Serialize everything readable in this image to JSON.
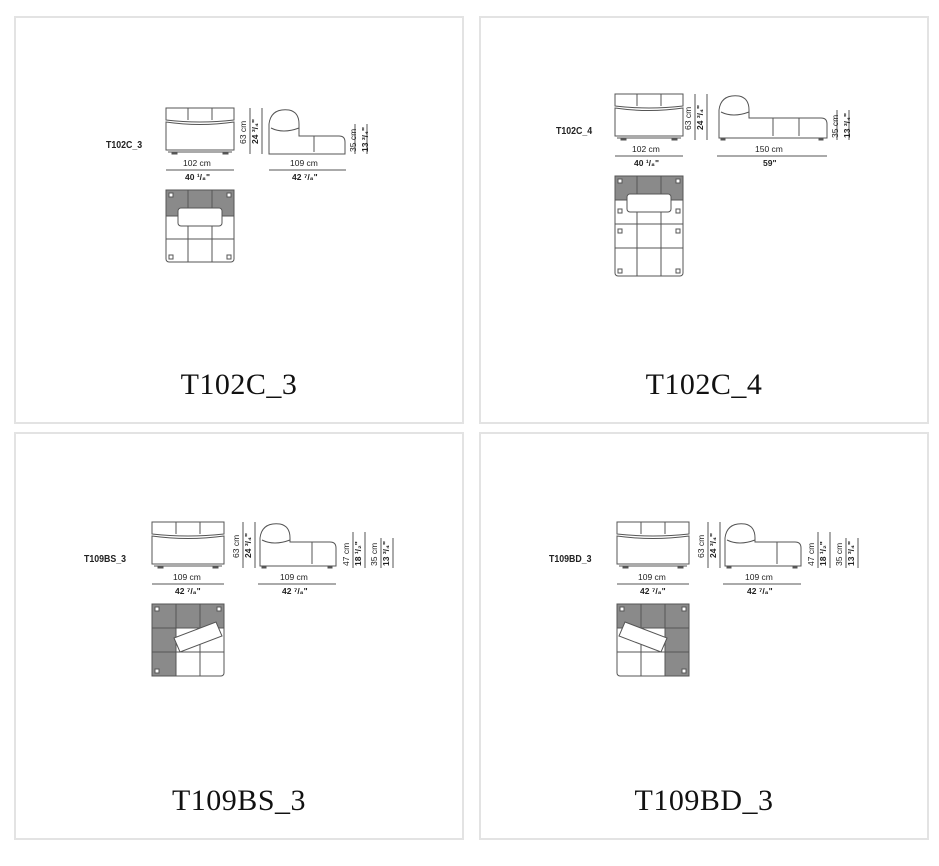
{
  "colors": {
    "card_border": "#e3e3e3",
    "line": "#555555",
    "shaded": "#8a8a8a"
  },
  "cards": [
    {
      "caption": "T102C_3",
      "code": "T102C_3",
      "front_width_cm": "102 cm",
      "front_width_in": "40 ¹/₈\"",
      "side_width_cm": "109 cm",
      "side_width_in": "42 ⁷/₈\"",
      "height_cm": "63 cm",
      "height_in": "24 ³/₄\"",
      "seat_cm": "35 cm",
      "seat_in": "13 ³/₄\""
    },
    {
      "caption": "T102C_4",
      "code": "T102C_4",
      "front_width_cm": "102 cm",
      "front_width_in": "40 ¹/₈\"",
      "side_width_cm": "150 cm",
      "side_width_in": "59\"",
      "height_cm": "63 cm",
      "height_in": "24 ³/₄\"",
      "seat_cm": "35 cm",
      "seat_in": "13 ³/₄\""
    },
    {
      "caption": "T109BS_3",
      "code": "T109BS_3",
      "front_width_cm": "109 cm",
      "front_width_in": "42 ⁷/₈\"",
      "side_width_cm": "109 cm",
      "side_width_in": "42 ⁷/₈\"",
      "height_cm": "63 cm",
      "height_in": "24 ³/₄\"",
      "arm_cm": "47 cm",
      "arm_in": "18 ¹/₂\"",
      "seat_cm": "35 cm",
      "seat_in": "13 ³/₄\""
    },
    {
      "caption": "T109BD_3",
      "code": "T109BD_3",
      "front_width_cm": "109 cm",
      "front_width_in": "42 ⁷/₈\"",
      "side_width_cm": "109 cm",
      "side_width_in": "42 ⁷/₈\"",
      "height_cm": "63 cm",
      "height_in": "24 ³/₄\"",
      "arm_cm": "47 cm",
      "arm_in": "18 ¹/₂\"",
      "seat_cm": "35 cm",
      "seat_in": "13 ³/₄\""
    }
  ]
}
